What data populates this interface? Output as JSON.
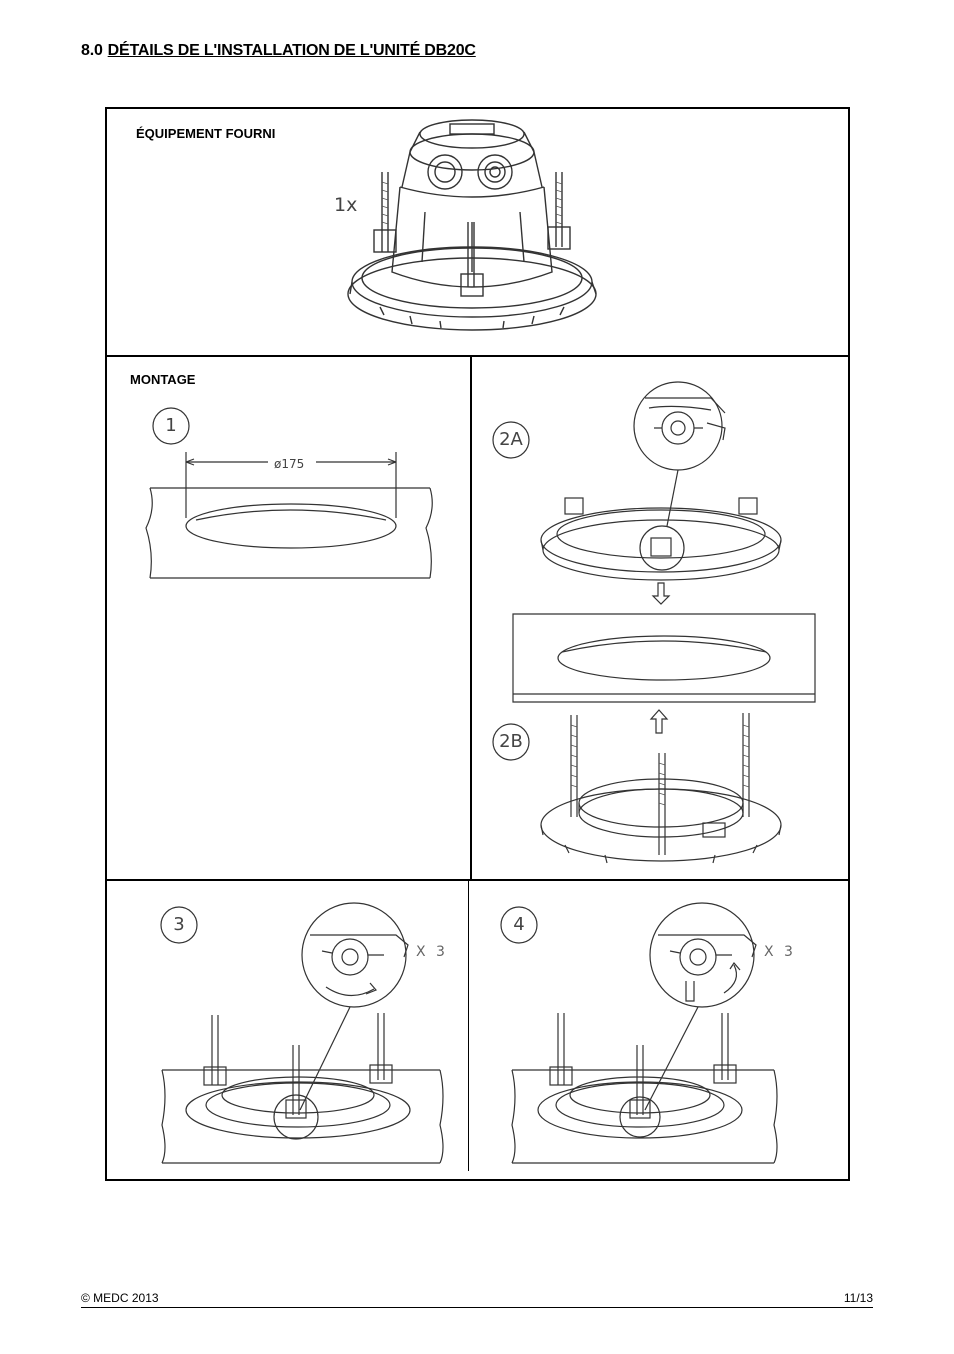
{
  "section": {
    "number": "8.0",
    "title": "DÉTAILS DE L'INSTALLATION DE L'UNITÉ DB20C"
  },
  "supplied": {
    "label": "ÉQUIPEMENT FOURNI",
    "quantity": "1x"
  },
  "mounting": {
    "label": "MONTAGE"
  },
  "steps": {
    "s1": "1",
    "s2a": "2A",
    "s2b": "2B",
    "s3": "3",
    "s4": "4"
  },
  "dimension": "ø175",
  "multiplier": {
    "step3": "X 3",
    "step4": "X 3"
  },
  "footer": {
    "copyright": "© MEDC 2013",
    "page": "11/13"
  }
}
